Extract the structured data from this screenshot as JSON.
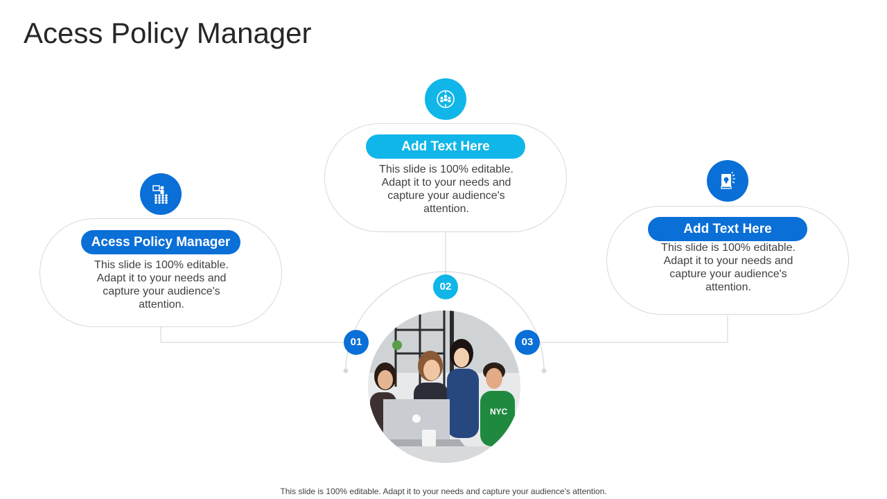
{
  "slide": {
    "title": "Acess Policy Manager",
    "footer": "This slide is 100% editable. Adapt it to your needs and capture your audience's attention."
  },
  "colors": {
    "dark_blue": "#0a6fd6",
    "light_blue": "#10b6e8",
    "line_gray": "#d9d9d9"
  },
  "items": [
    {
      "number": "01",
      "heading": "Acess Policy Manager",
      "body": "This slide is 100% editable. Adapt it to your needs and capture your audience's attention.",
      "icon": "presenter-audience-icon"
    },
    {
      "number": "02",
      "heading": "Add Text Here",
      "body": "This slide is 100% editable. Adapt it to your needs and capture your audience's attention.",
      "icon": "team-network-icon"
    },
    {
      "number": "03",
      "heading": "Add Text Here",
      "body": "This slide is 100% editable. Adapt it to your needs and capture your audience's attention.",
      "icon": "idea-book-icon"
    }
  ],
  "photo": {
    "subject": "team-working-at-laptop-photo"
  }
}
